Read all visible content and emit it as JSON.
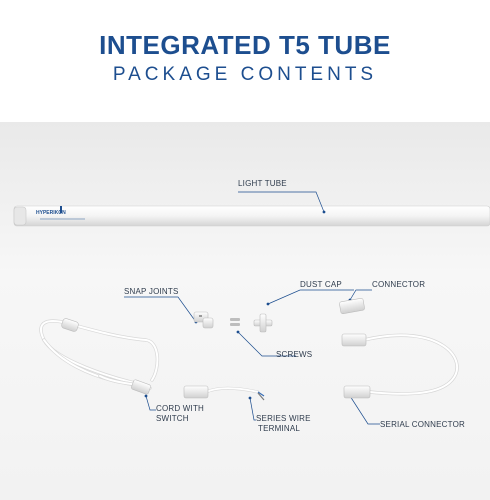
{
  "header": {
    "title": "INTEGRATED T5 TUBE",
    "subtitle": "PACKAGE CONTENTS"
  },
  "tube": {
    "brand": "HYPERIKON"
  },
  "labels": {
    "light_tube": "LIGHT TUBE",
    "snap_joints": "SNAP JOINTS",
    "dust_cap": "DUST CAP",
    "connector": "CONNECTOR",
    "screws": "SCREWS",
    "cord_with_switch_1": "CORD WITH",
    "cord_with_switch_2": "SWITCH",
    "series_wire_1": "SERIES WIRE",
    "series_wire_2": "TERMINAL",
    "serial_connector": "SERIAL CONNECTOR"
  },
  "colors": {
    "brand_blue": "#1d4e8f",
    "leader_line": "#1d4e8f"
  }
}
